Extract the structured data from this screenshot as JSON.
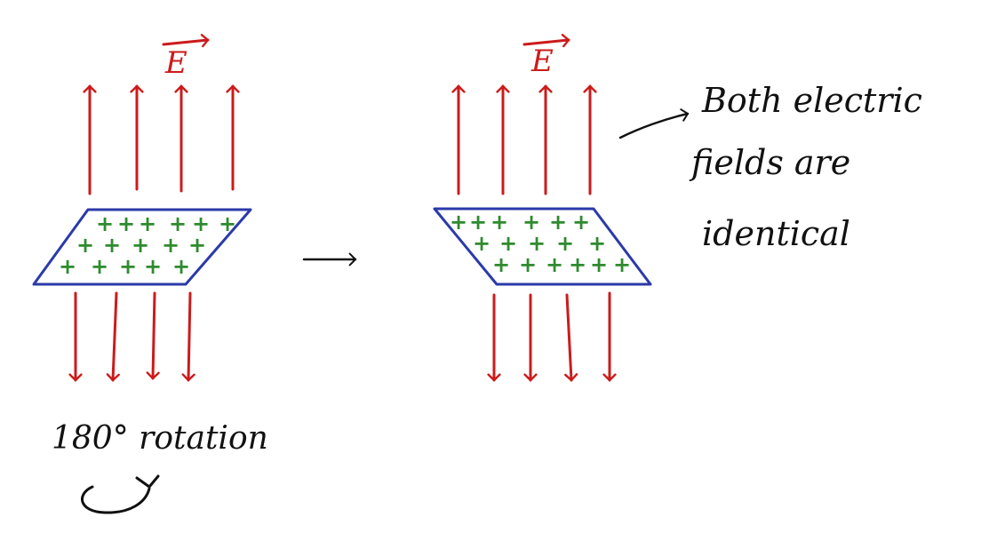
{
  "colors": {
    "field": "#cc1b1b",
    "plate": "#2b3aa8",
    "charge": "#2e8b2e",
    "ink": "#111111"
  },
  "labels": {
    "field_left": "E",
    "field_right": "E",
    "rotation": "180° rotation",
    "note_line1": "Both electric",
    "note_line2": "fields are",
    "note_line3": "identical"
  },
  "charges": {
    "symbol": "+",
    "left_plate_rows": [
      6,
      5,
      5
    ],
    "right_plate_rows": [
      6,
      5,
      6
    ]
  },
  "icons": {
    "rotation": "rotate-arrow-icon",
    "transition": "right-arrow-icon",
    "pointer": "curved-arrow-icon"
  }
}
